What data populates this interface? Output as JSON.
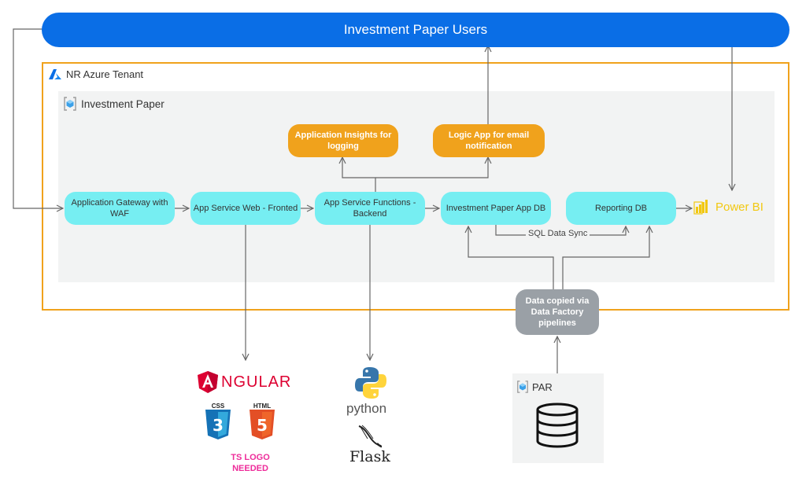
{
  "users": {
    "label": "Investment Paper Users"
  },
  "tenant": {
    "label": "NR Azure Tenant",
    "border_color": "#f0a21c"
  },
  "resource_group": {
    "label": "Investment Paper"
  },
  "nodes": {
    "gateway": "Application Gateway with WAF",
    "web_frontend": "App Service Web - Fronted",
    "functions_backend": "App Service Functions - Backend",
    "app_db": "Investment Paper App DB",
    "reporting_db": "Reporting DB",
    "app_insights": "Application Insights for logging",
    "logic_app": "Logic App for email notification",
    "data_factory": "Data copied via Data Factory pipelines"
  },
  "labels": {
    "sql_sync": "SQL Data Sync",
    "power_bi": "Power BI",
    "par": "PAR"
  },
  "tech": {
    "angular": "NGULAR",
    "css": "CSS",
    "html": "HTML",
    "ts_note": "TS LOGO NEEDED",
    "python": "python",
    "flask": "Flask"
  },
  "colors": {
    "users_bar": "#0a6ee6",
    "service_node": "#76eef2",
    "highlight_node": "#f0a21c",
    "pipeline_node": "#9aa0a6",
    "panel": "#f2f3f3"
  }
}
